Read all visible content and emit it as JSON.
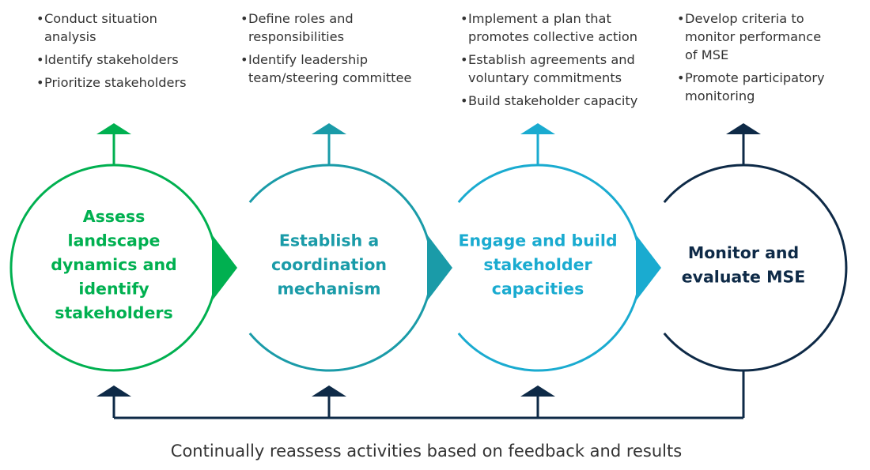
{
  "colors": {
    "green": "#00b050",
    "teal": "#1a9ba8",
    "sky": "#1aabd0",
    "navy": "#0e2a47",
    "text": "#333333"
  },
  "steps": [
    {
      "title_lines": [
        "Assess",
        "landscape",
        "dynamics and",
        "identify",
        "stakeholders"
      ],
      "bullets": [
        [
          "Conduct situation",
          "analysis"
        ],
        [
          "Identify stakeholders"
        ],
        [
          "Prioritize stakeholders"
        ]
      ]
    },
    {
      "title_lines": [
        "Establish a",
        "coordination",
        "mechanism"
      ],
      "bullets": [
        [
          "Define roles and",
          "responsibilities"
        ],
        [
          "Identify leadership",
          "team/steering committee"
        ]
      ]
    },
    {
      "title_lines": [
        "Engage and build",
        "stakeholder",
        "capacities"
      ],
      "bullets": [
        [
          "Implement a plan that",
          "promotes collective action"
        ],
        [
          "Establish agreements and",
          "voluntary commitments"
        ],
        [
          "Build stakeholder capacity"
        ]
      ]
    },
    {
      "title_lines": [
        "Monitor and",
        "evaluate MSE"
      ],
      "bullets": [
        [
          "Develop criteria to",
          "monitor performance",
          "of MSE"
        ],
        [
          "Promote participatory",
          "monitoring"
        ]
      ]
    }
  ],
  "footer": {
    "caption": "Continually reassess activities based on feedback and results"
  }
}
